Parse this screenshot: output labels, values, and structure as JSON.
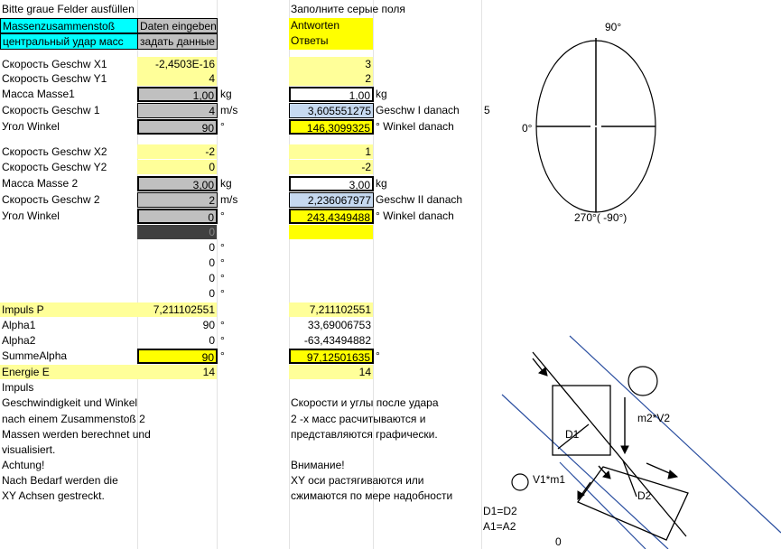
{
  "header": {
    "de": "Bitte graue Felder ausfüllen",
    "ru": "Заполните серые поля"
  },
  "titles": {
    "de": "Massenzusammenstoß",
    "ru": "центральный удар масс",
    "input_de": "Daten eingeben",
    "input_ru": " задать данные",
    "answers_de": "Antworten",
    "answers_ru": "Ответы"
  },
  "units": {
    "kg": "kg",
    "ms": "m/s",
    "deg": "°"
  },
  "side_number": "5",
  "mass1": {
    "x_label": "Скорость Geschw X1",
    "x_value": "-2,4503E-16",
    "x_answer": "3",
    "y_label": "Скорость Geschw Y1",
    "y_value": "4",
    "y_answer": "2",
    "mass_label": "Масса  Masse1",
    "mass_value": "1,00",
    "mass_answer": "1,00",
    "speed_label": "Скорость Geschw 1",
    "speed_value": "4",
    "speed_answer": "3,605551275",
    "speed_after_label": "Geschw I danach",
    "angle_label": "Угол Winkel",
    "angle_value": "90",
    "angle_answer": "146,3099325",
    "angle_after_label": "° Winkel danach"
  },
  "mass2": {
    "x_label": "Скорость Geschw X2",
    "x_value": "-2",
    "x_answer": "1",
    "y_label": "Скорость Geschw Y2",
    "y_value": "0",
    "y_answer": "-2",
    "mass_label": "Масса  Masse 2",
    "mass_value": "3,00",
    "mass_answer": "3,00",
    "speed_label": "Скорость Geschw 2",
    "speed_value": "2",
    "speed_answer": "2,236067977",
    "speed_after_label": "Geschw II danach",
    "angle_label": "Угол Winkel",
    "angle_value": "0",
    "angle_answer": "243,4349488",
    "angle_after_label": "°  Winkel danach"
  },
  "extra": {
    "dark_value": "0",
    "zeros": [
      "0",
      "0",
      "0",
      "0"
    ]
  },
  "results": {
    "impulse_label": "Impuls P",
    "impulse_value": "7,211102551",
    "impulse_answer": "7,211102551",
    "alpha1_label": "Alpha1",
    "alpha1_value": "90",
    "alpha1_answer": "33,69006753",
    "alpha2_label": "Alpha2",
    "alpha2_value": "0",
    "alpha2_answer": "-63,43494882",
    "sum_label": "SummeAlpha",
    "sum_value": "90",
    "sum_answer": "97,12501635",
    "energy_label": " Energie E",
    "energy_value": "14",
    "energy_answer": "14",
    "impulse_note": "Impuls"
  },
  "notes": {
    "de": [
      "Geschwindigkeit und Winkel",
      "nach einem Zusammenstoß 2",
      "Massen werden berechnet und",
      "visualisiert.",
      "Achtung!",
      "Nach Bedarf werden die",
      "XY Achsen gestreckt."
    ],
    "ru": [
      "Скорости и углы после удара",
      "2 -х масс расчитываются и",
      "представляются графически.",
      "Внимание!",
      "XY оси растягиваются или",
      "сжимаются по мере надобности"
    ]
  },
  "diagram": {
    "a90": "90°",
    "a0": "0°",
    "a270": "270°( -90°)",
    "d1": "D1",
    "d2": "D2",
    "m2v2": "m2*V2",
    "v1m1": "V1*m1",
    "eq_d": "D1=D2",
    "eq_a": "A1=A2",
    "bottom_zero": "0"
  }
}
